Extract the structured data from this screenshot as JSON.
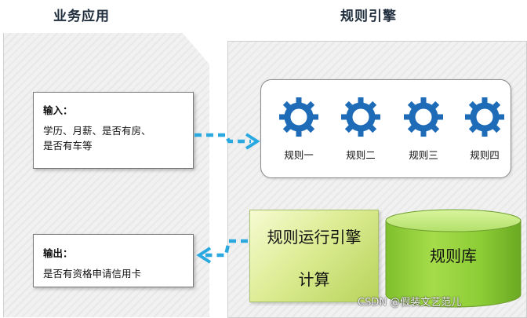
{
  "headers": {
    "left": "业务应用",
    "right": "规则引擎"
  },
  "input": {
    "title": "输入：",
    "line1": "学历、月薪、是否有房、",
    "line2": "是否有车等"
  },
  "output": {
    "title": "输出：",
    "line1": "是否有资格申请信用卡"
  },
  "rules": [
    "规则一",
    "规则二",
    "规则三",
    "规则四"
  ],
  "engine": {
    "line1": "规则运行引擎",
    "line2": "计算"
  },
  "rulebase": "规则库",
  "watermark": "CSDN @假装文艺范儿",
  "colors": {
    "gear": "#1e6bb8",
    "arrow": "#2aa8e0",
    "engine_green": "#c6dd72",
    "cylinder_green": "#9fd53f"
  }
}
